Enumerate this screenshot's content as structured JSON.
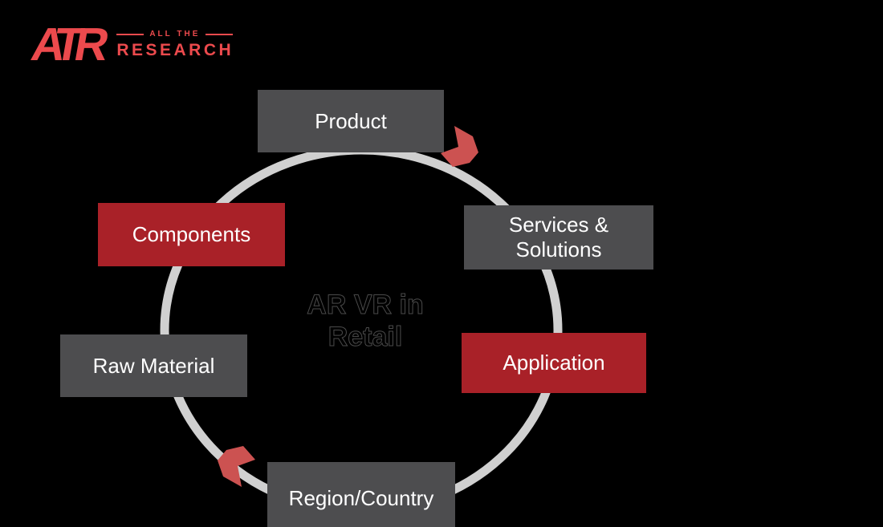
{
  "logo": {
    "monogram": "ATR",
    "tagline": "ALL THE",
    "brand": "RESEARCH",
    "color": "#ec4a4d"
  },
  "center_label": {
    "line1": "AR VR in",
    "line2": "Retail"
  },
  "nodes": [
    {
      "id": "product",
      "label": "Product",
      "variant": "gray"
    },
    {
      "id": "services-solutions",
      "label": "Services & Solutions",
      "variant": "gray"
    },
    {
      "id": "application",
      "label": "Application",
      "variant": "red"
    },
    {
      "id": "region-country",
      "label": "Region/Country",
      "variant": "gray"
    },
    {
      "id": "raw-material",
      "label": "Raw Material",
      "variant": "gray"
    },
    {
      "id": "components",
      "label": "Components",
      "variant": "red"
    }
  ],
  "flow_direction": "clockwise",
  "colors": {
    "background": "#000000",
    "node_gray": "#4d4d4f",
    "node_red": "#a92128",
    "ring": "#d0d0d0",
    "arrow": "#cc5251",
    "node_text": "#ffffff",
    "logo_red": "#ec4a4d"
  }
}
